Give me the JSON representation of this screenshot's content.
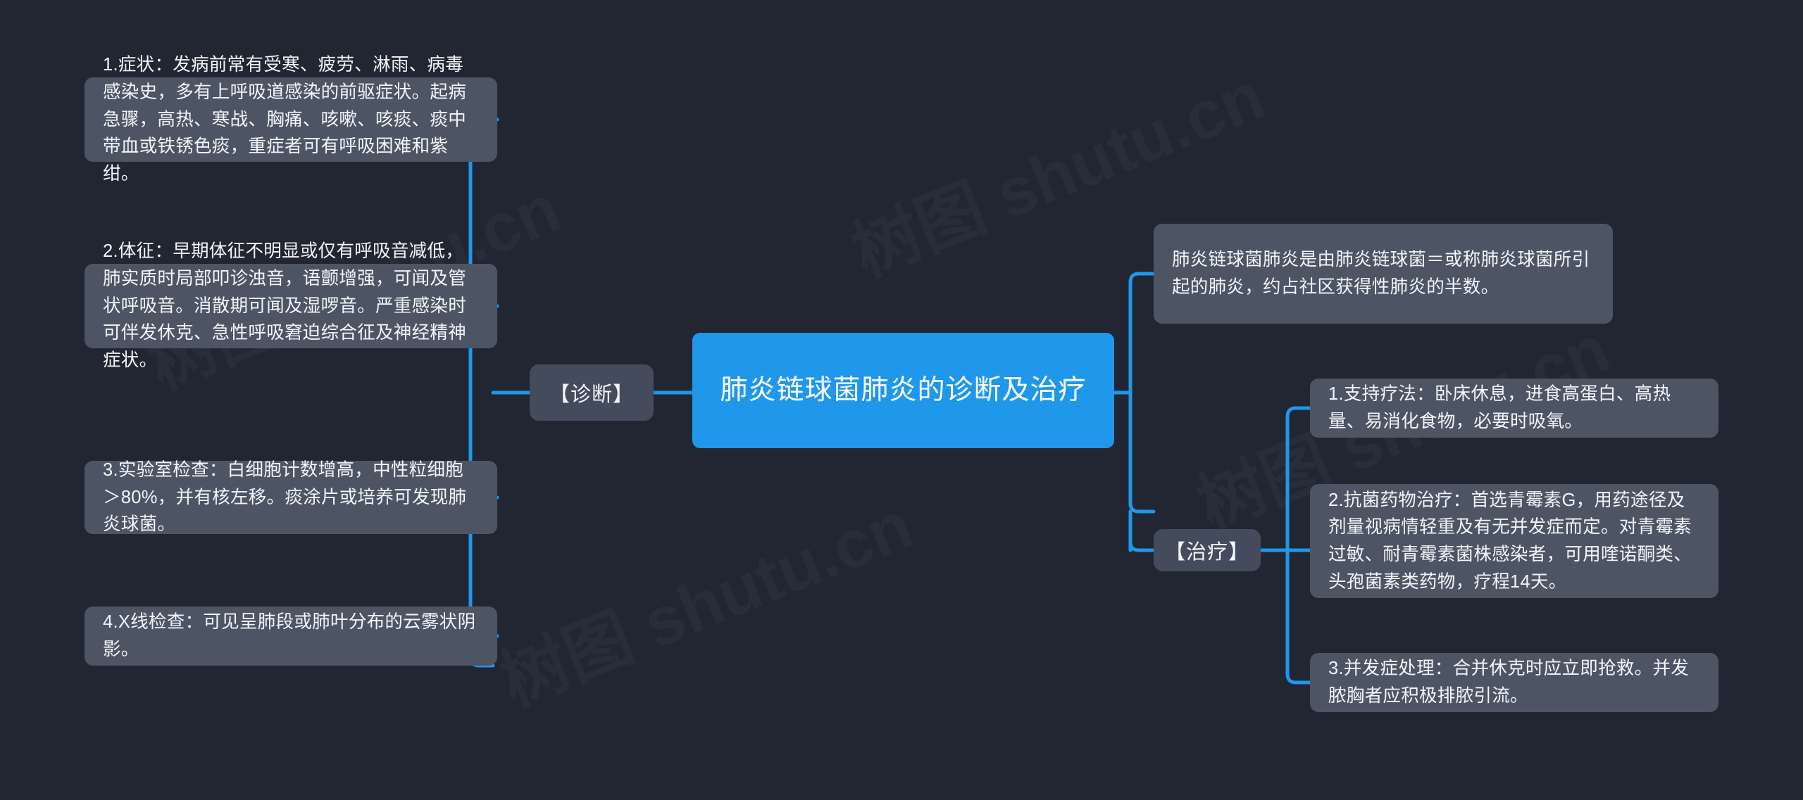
{
  "theme": {
    "background": "#222632",
    "root_color": "#1f97eb",
    "node_color": "#4d5565",
    "branch_color": "#444b5c",
    "line_color": "#1f97eb",
    "text_color": "#f3f5f8"
  },
  "watermark": {
    "text_a": "树图 shutu.cn",
    "text_b": "树图 shutu.cn",
    "text_c": "树图 shutu.cn",
    "text_d": "树图 shutu.cn"
  },
  "root": {
    "label": "肺炎链球菌肺炎的诊断及治疗"
  },
  "branches": {
    "diagnosis": {
      "label": "【诊断】",
      "items": [
        {
          "text": "1.症状：发病前常有受寒、疲劳、淋雨、病毒感染史，多有上呼吸道感染的前驱症状。起病急骤，高热、寒战、胸痛、咳嗽、咳痰、痰中带血或铁锈色痰，重症者可有呼吸困难和紫绀。"
        },
        {
          "text": "2.体征：早期体征不明显或仅有呼吸音减低，肺实质时局部叩诊浊音，语颤增强，可闻及管状呼吸音。消散期可闻及湿啰音。严重感染时可伴发休克、急性呼吸窘迫综合征及神经精神症状。"
        },
        {
          "text": "3.实验室检查：白细胞计数增高，中性粒细胞＞80%，并有核左移。痰涂片或培养可发现肺炎球菌。"
        },
        {
          "text": "4.X线检查：可见呈肺段或肺叶分布的云雾状阴影。"
        }
      ]
    },
    "overview": {
      "text": "肺炎链球菌肺炎是由肺炎链球菌＝或称肺炎球菌所引起的肺炎，约占社区获得性肺炎的半数。"
    },
    "treatment": {
      "label": "【治疗】",
      "items": [
        {
          "text": "1.支持疗法：卧床休息，进食高蛋白、高热量、易消化食物，必要时吸氧。"
        },
        {
          "text": "2.抗菌药物治疗：首选青霉素G，用药途径及剂量视病情轻重及有无并发症而定。对青霉素过敏、耐青霉素菌株感染者，可用喹诺酮类、头孢菌素类药物，疗程14天。"
        },
        {
          "text": "3.并发症处理：合并休克时应立即抢救。并发脓胸者应积极排脓引流。"
        }
      ]
    }
  }
}
